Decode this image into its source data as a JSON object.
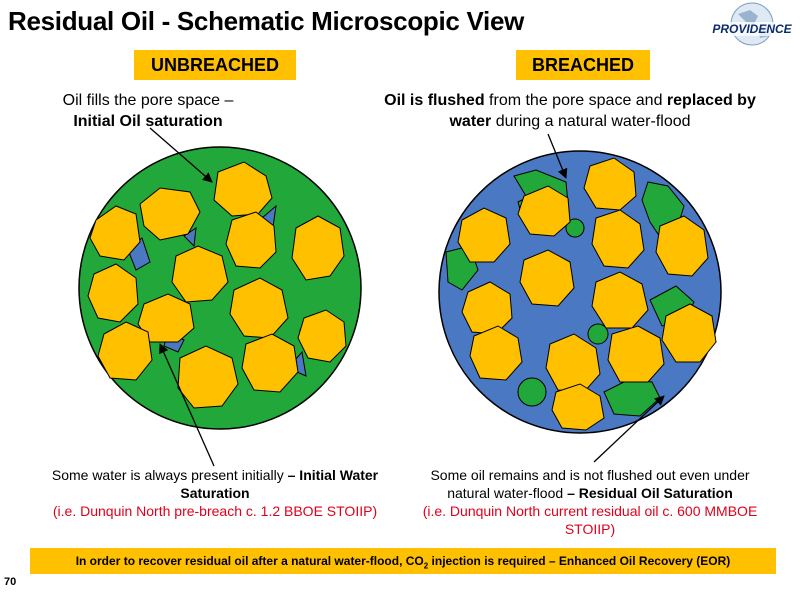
{
  "title": "Residual Oil - Schematic Microscopic View",
  "logo": {
    "text": "PROVIDENCE"
  },
  "left": {
    "header": "UNBREACHED",
    "caption_line1": "Oil fills the pore space –",
    "caption_line2_bold": "Initial Oil saturation",
    "note_normal": "Some water is always present initially ",
    "note_bold": "– Initial Water Saturation",
    "note_red": "(i.e. Dunquin North pre-breach c. 1.2 BBOE STOIIP)"
  },
  "right": {
    "header": "BREACHED",
    "caption_b1": "Oil is flushed",
    "caption_n1": " from the pore space and ",
    "caption_b2": "replaced by water",
    "caption_n2": " during a natural water-flood",
    "note_normal": "Some oil remains and is not flushed out even under natural water-flood ",
    "note_bold": "– Residual Oil Saturation",
    "note_red": "(i.e. Dunquin North current residual oil c. 600 MMBOE STOIIP)"
  },
  "banner": {
    "before": "In order to recover residual oil after a natural water-flood, CO",
    "sub": "2",
    "after": " injection is required – Enhanced Oil Recovery (EOR)"
  },
  "page_number": "70",
  "colors": {
    "oil_green": "#22a83a",
    "water_blue": "#4a78c2",
    "grain_orange": "#ffc000",
    "highlight_yellow": "#ffc000",
    "note_red": "#e0001b"
  }
}
